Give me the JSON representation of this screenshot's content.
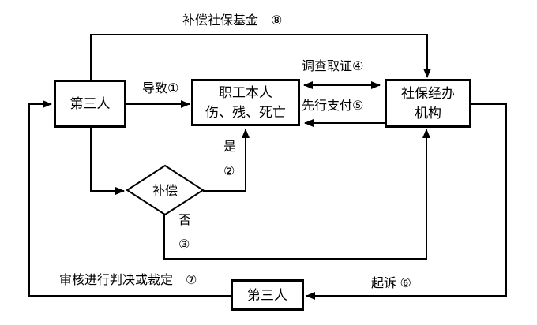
{
  "diagram": {
    "nodes": {
      "third_party_top": "第三人",
      "employee_line1": "职工本人",
      "employee_line2": "伤、残、死亡",
      "agency_line1": "社保经办",
      "agency_line2": "机构",
      "decision": "补偿",
      "third_party_bottom": "第三人"
    },
    "edge_labels": {
      "compensate_fund": "补偿社保基金　⑧",
      "cause": "导致①",
      "investigate": "调查取证④",
      "advance_payment": "先行支付⑤",
      "yes": "是",
      "step2": "②",
      "no": "否",
      "step3": "③",
      "review": "审核进行判决或裁定　⑦",
      "sue": "起诉 ⑥"
    },
    "colors": {
      "line": "#000000",
      "background": "#ffffff"
    }
  }
}
